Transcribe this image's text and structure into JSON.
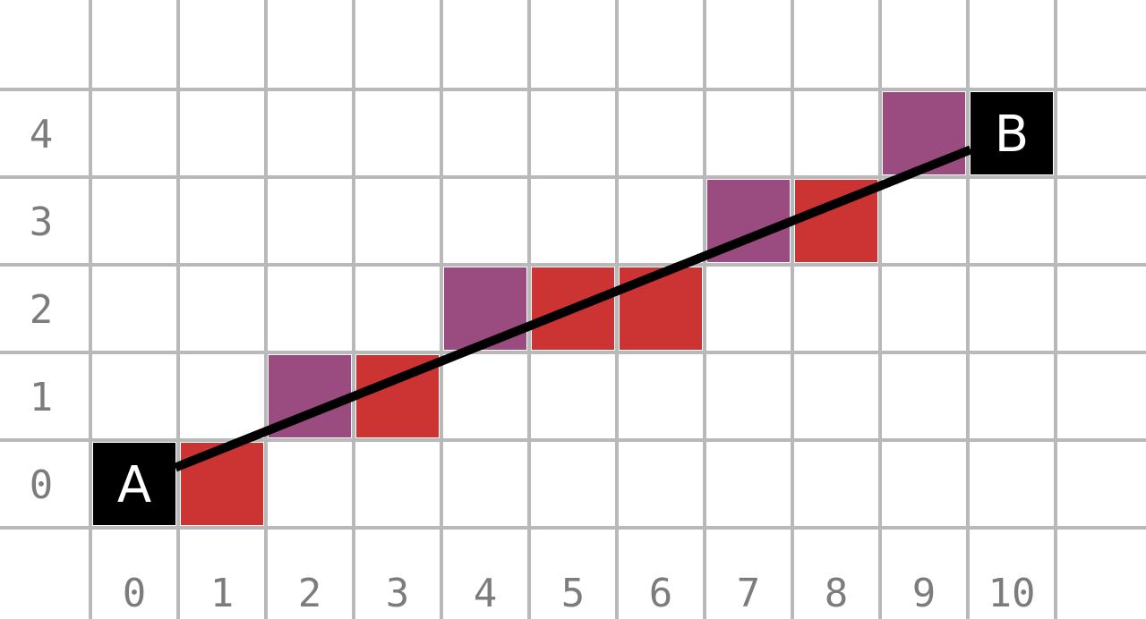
{
  "x_labels": [
    "0",
    "1",
    "2",
    "3",
    "4",
    "5",
    "6",
    "7",
    "8",
    "9",
    "10"
  ],
  "y_labels": [
    "0",
    "1",
    "2",
    "3",
    "4"
  ],
  "colors": {
    "grid": "#b9b9b9",
    "label": "#7c7c7c",
    "endpoint": "#000000",
    "endpoint_text": "#ffffff",
    "red": "#cc3333",
    "purple": "#9a4c80",
    "line": "#000000"
  },
  "endpoints": [
    {
      "label": "A",
      "x": 0,
      "y": 0
    },
    {
      "label": "B",
      "x": 10,
      "y": 4
    }
  ],
  "cells": [
    {
      "x": 1,
      "y": 0,
      "color": "red"
    },
    {
      "x": 2,
      "y": 1,
      "color": "purple"
    },
    {
      "x": 3,
      "y": 1,
      "color": "red"
    },
    {
      "x": 4,
      "y": 2,
      "color": "purple"
    },
    {
      "x": 5,
      "y": 2,
      "color": "red"
    },
    {
      "x": 6,
      "y": 2,
      "color": "red"
    },
    {
      "x": 7,
      "y": 3,
      "color": "purple"
    },
    {
      "x": 8,
      "y": 3,
      "color": "red"
    },
    {
      "x": 9,
      "y": 4,
      "color": "purple"
    }
  ],
  "line": {
    "from": "A",
    "to": "B"
  }
}
